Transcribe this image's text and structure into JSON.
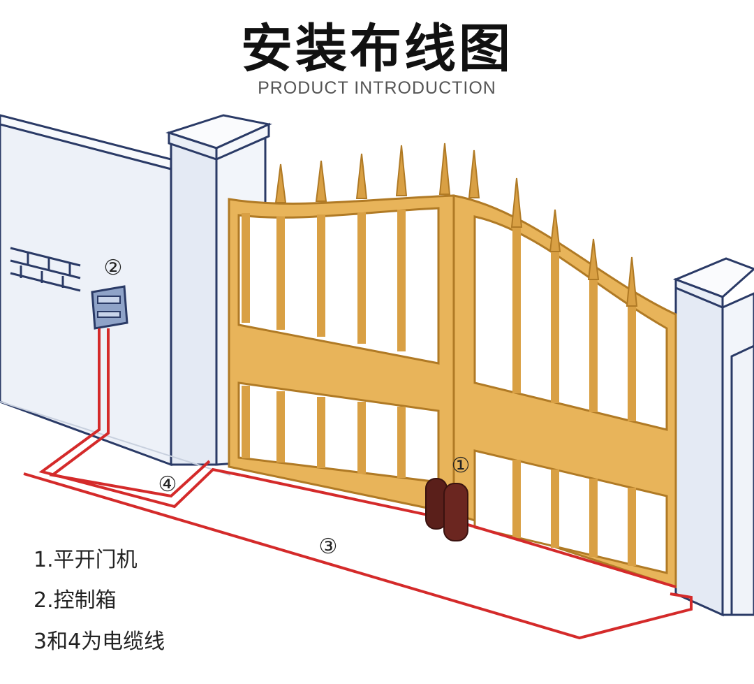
{
  "header": {
    "title": "安装布线图",
    "subtitle": "PRODUCT INTRODUCTION"
  },
  "markers": {
    "m1": "①",
    "m2": "②",
    "m3": "③",
    "m4": "④"
  },
  "legend": {
    "item1": "1.平开门机",
    "item2": "2.控制箱",
    "item3": "3和4为电缆线"
  },
  "colors": {
    "gate": "#E8B45A",
    "gate_frame": "#D9A044",
    "wall": "#EDF1F8",
    "outline": "#2A3A66",
    "cable": "#D42A2A",
    "motor": "#5A1F1A"
  }
}
